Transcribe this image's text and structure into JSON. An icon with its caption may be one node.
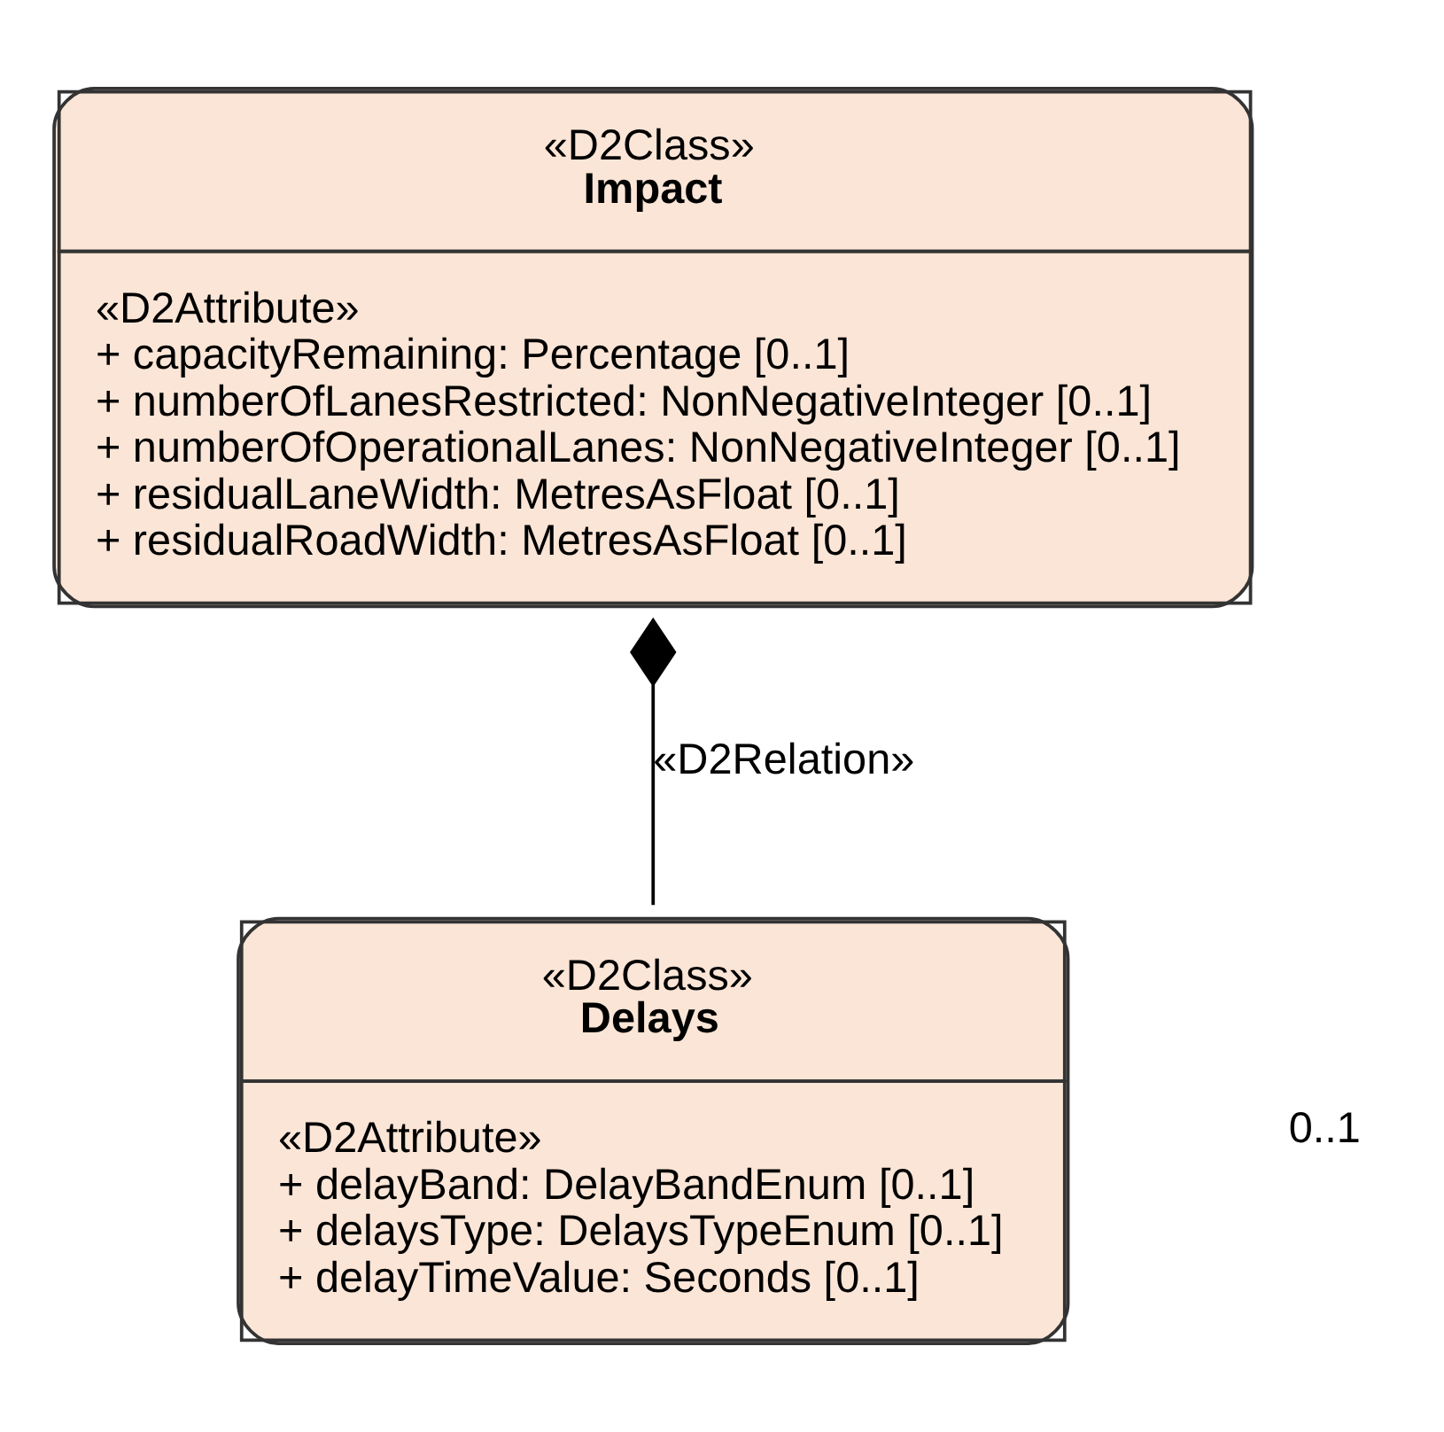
{
  "diagram": {
    "nodes": [
      {
        "text": [
          "«D2Class»",
          "Impact",
          "«D2Attribute»",
          "+ capacityRemaining: Percentage [0..1]",
          "+ numberOfLanesRestricted: NonNegativeInteger [0..1]",
          "+ numberOfOperationalLanes: NonNegativeInteger [0..1]",
          "+ residualLaneWidth: MetresAsFloat [0..1]",
          "+ residualRoadWidth: MetresAsFloat [0..1]"
        ]
      },
      {
        "text": [
          "«D2Class»",
          "Delays",
          "«D2Attribute»",
          "+ delayBand: DelayBandEnum [0..1]",
          "+ delaysType: DelaysTypeEnum [0..1]",
          "+ delayTimeValue: Seconds [0..1]"
        ]
      }
    ],
    "edges": [
      {
        "from": 1,
        "to": 0,
        "arrow": "other",
        "label": "«D2Relation»"
      }
    ],
    "labels": [
      "0..1"
    ]
  }
}
